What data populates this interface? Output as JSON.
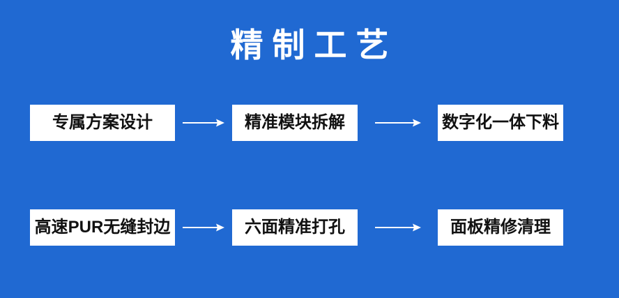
{
  "poster": {
    "background_color": "#2069D2",
    "box_fill_color": "#FFFFFF",
    "box_text_color": "#111111",
    "arrow_color": "#FFFFFF",
    "title": "精制工艺"
  },
  "flow": {
    "rows": [
      {
        "steps": [
          {
            "label": "专属方案设计"
          },
          {
            "label": "精准模块拆解"
          },
          {
            "label": "数字化一体下料"
          }
        ],
        "connectors": [
          {
            "icon": "arrow-right-icon"
          },
          {
            "icon": "arrow-right-icon"
          }
        ]
      },
      {
        "steps": [
          {
            "label": "高速PUR无缝封边"
          },
          {
            "label": "六面精准打孔"
          },
          {
            "label": "面板精修清理"
          }
        ],
        "connectors": [
          {
            "icon": "arrow-right-icon"
          },
          {
            "icon": "arrow-right-icon"
          }
        ]
      }
    ]
  }
}
